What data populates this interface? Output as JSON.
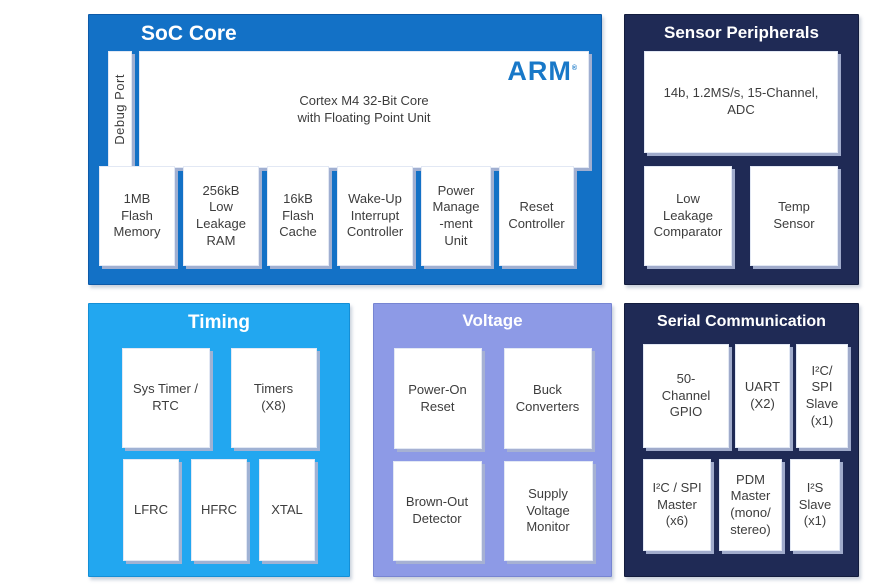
{
  "colors": {
    "soc_core_bg": "#1371c6",
    "sensor_bg": "#1f2a55",
    "timing_bg": "#22a7f0",
    "voltage_bg": "#8d9ae6",
    "serial_bg": "#1f2a55",
    "block_bg": "#ffffff",
    "block_text": "#3d3d3d",
    "title_text": "#ffffff",
    "arm_logo_blue": "#1878c8"
  },
  "panels": {
    "soc_core": {
      "title": "SoC Core",
      "debug_port": "Debug Port",
      "core_block": "Cortex M4 32-Bit Core\nwith Floating Point Unit",
      "arm_logo": "ARM",
      "arm_trademark": "®",
      "blocks": [
        "1MB\nFlash\nMemory",
        "256kB\nLow\nLeakage\nRAM",
        "16kB\nFlash\nCache",
        "Wake-Up\nInterrupt\nController",
        "Power\nManage\n-ment\nUnit",
        "Reset\nController"
      ]
    },
    "sensor_peripherals": {
      "title": "Sensor Peripherals",
      "adc_block": "14b, 1.2MS/s, 15-Channel,\nADC",
      "blocks": [
        "Low\nLeakage\nComparator",
        "Temp\nSensor"
      ]
    },
    "timing": {
      "title": "Timing",
      "row1": [
        "Sys Timer /\nRTC",
        "Timers\n(X8)"
      ],
      "row2": [
        "LFRC",
        "HFRC",
        "XTAL"
      ]
    },
    "voltage": {
      "title": "Voltage",
      "row1": [
        "Power-On\nReset",
        "Buck\nConverters"
      ],
      "row2": [
        "Brown-Out\nDetector",
        "Supply\nVoltage\nMonitor"
      ]
    },
    "serial_communication": {
      "title": "Serial Communication",
      "row1": [
        "50-\nChannel\nGPIO",
        "UART\n(X2)",
        "I²C/\nSPI\nSlave\n(x1)"
      ],
      "row2": [
        "I²C / SPI\nMaster\n(x6)",
        "PDM\nMaster\n(mono/\nstereo)",
        "I²S\nSlave\n(x1)"
      ]
    }
  }
}
